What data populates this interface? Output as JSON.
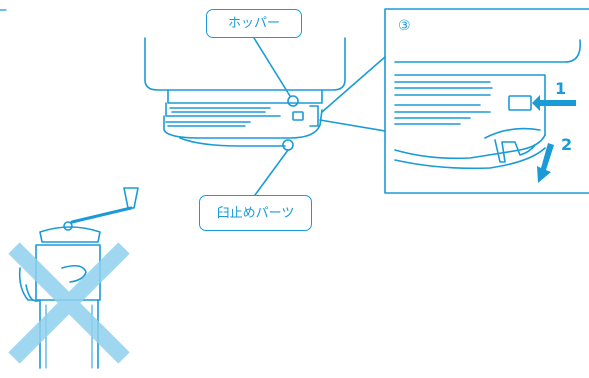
{
  "labels": {
    "hopper": "ホッパー",
    "mill_stopper_part": "臼止めパーツ",
    "panel_number": "③",
    "step_1": "1",
    "step_2": "2"
  },
  "colors": {
    "line": "#1a9bd7",
    "cross": "#8fd0ee",
    "background": "#ffffff"
  },
  "icons": [
    "hopper-outline",
    "detail-panel",
    "push-arrow",
    "pull-down-arrow",
    "wrong-grip-cross"
  ]
}
